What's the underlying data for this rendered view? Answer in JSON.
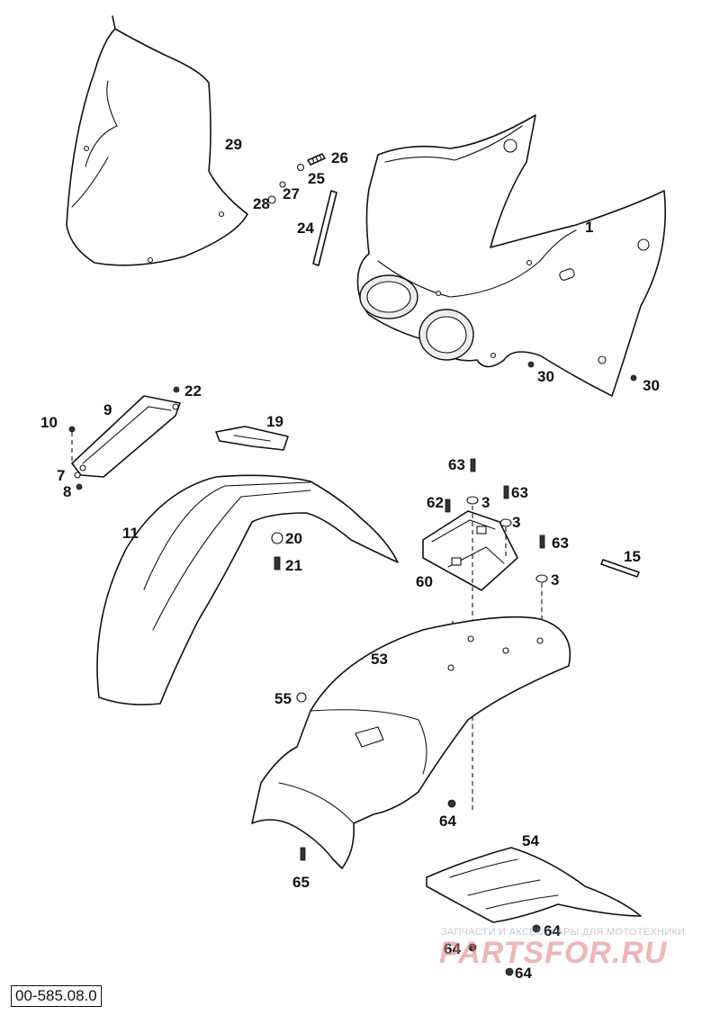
{
  "diagram_code": "00-585.08.0",
  "watermark": {
    "tagline": "ЗАПЧАСТИ И АКСЕССУАРЫ ДЛЯ МОТОТЕХНИКИ",
    "brand": "PARTSFOR.RU"
  },
  "callouts": {
    "c1": "1",
    "c29": "29",
    "c26": "26",
    "c25": "25",
    "c27": "27",
    "c28": "28",
    "c24": "24",
    "c30a": "30",
    "c30b": "30",
    "c22": "22",
    "c9": "9",
    "c10": "10",
    "c19": "19",
    "c7": "7",
    "c8": "8",
    "c11": "11",
    "c20": "20",
    "c21": "21",
    "c63a": "63",
    "c62": "62",
    "c3a": "3",
    "c63b": "63",
    "c3b": "3",
    "c63c": "63",
    "c3c": "3",
    "c15": "15",
    "c60": "60",
    "c53": "53",
    "c55": "55",
    "c64a": "64",
    "c54": "54",
    "c65": "65",
    "c64b": "64",
    "c64c": "64",
    "c64d": "64"
  }
}
